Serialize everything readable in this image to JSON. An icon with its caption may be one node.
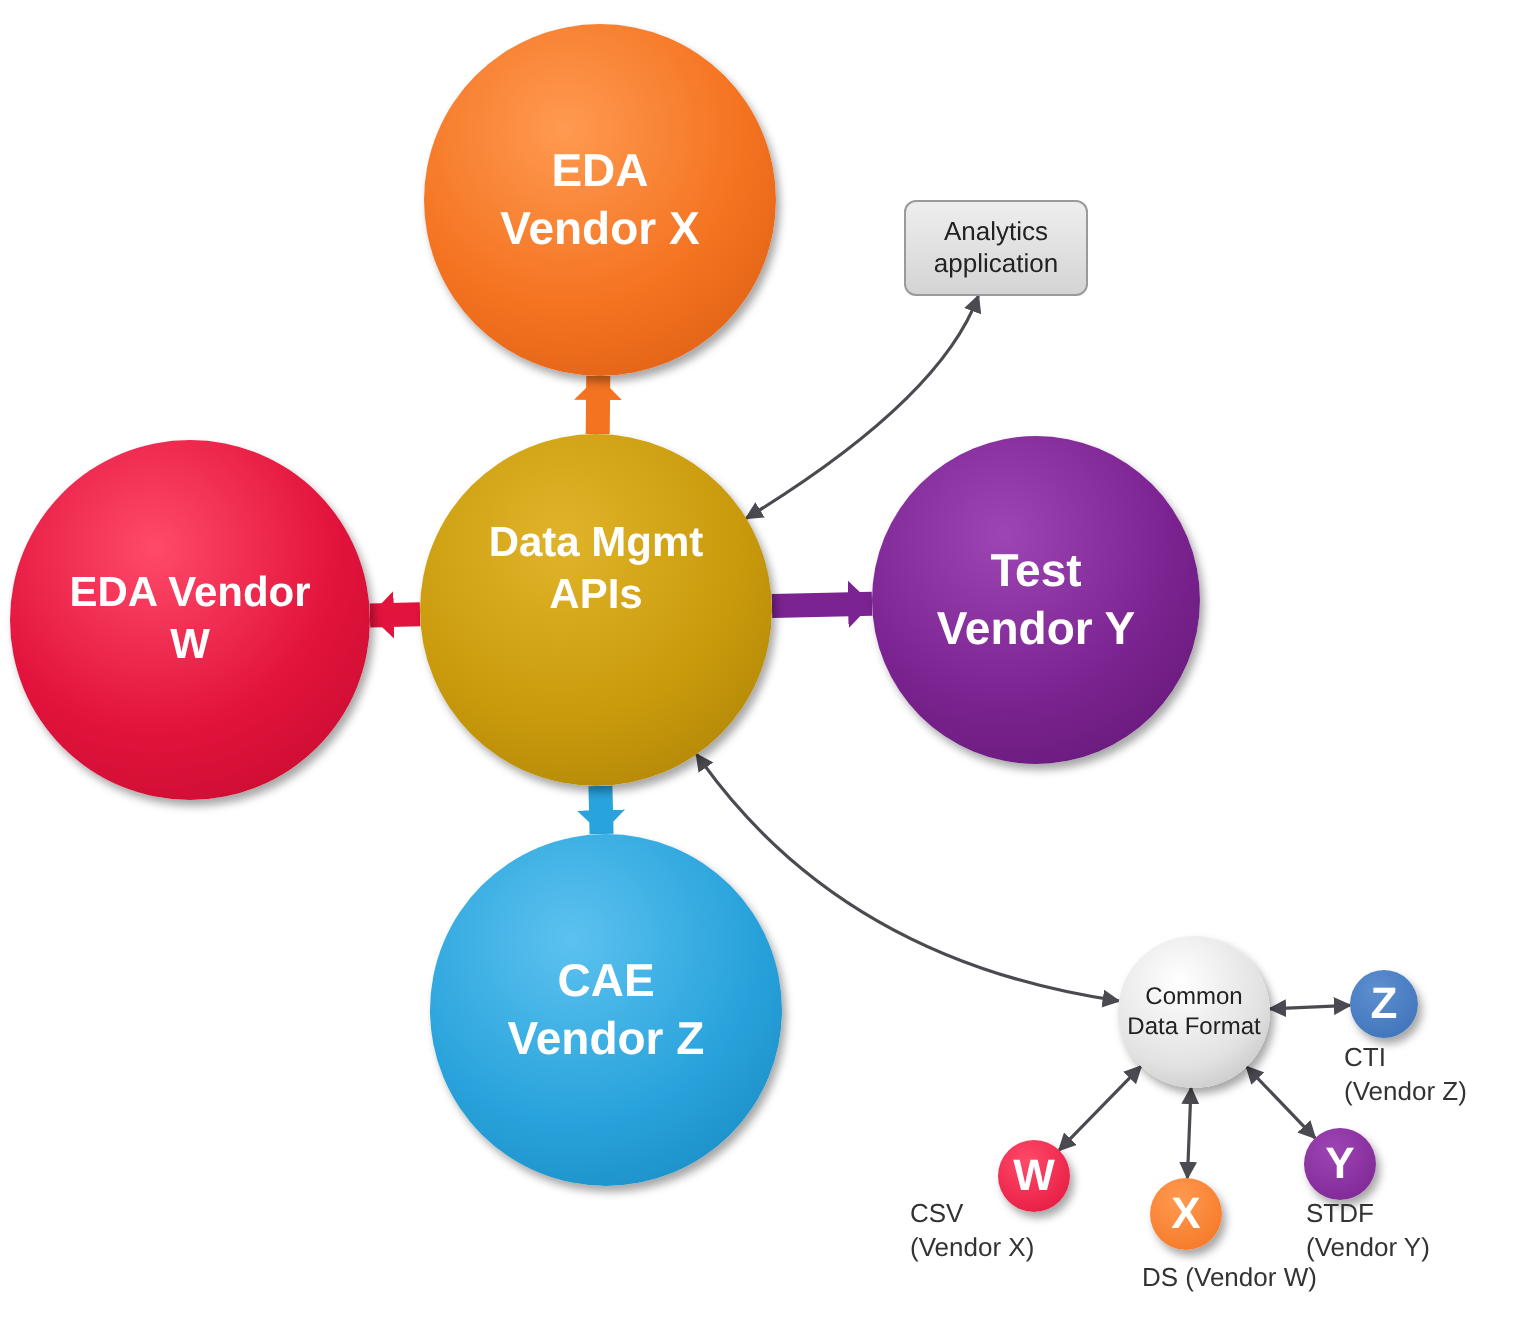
{
  "diagram": {
    "nodes": [
      {
        "text": [
          "EDA Vendor X"
        ]
      },
      {
        "text": [
          "Analytics application"
        ]
      },
      {
        "text": [
          "EDA Vendor W"
        ]
      },
      {
        "text": [
          "Data Mgmt APIs"
        ]
      },
      {
        "text": [
          "Test Vendor Y"
        ]
      },
      {
        "text": [
          "CAE Vendor Z"
        ]
      },
      {
        "text": [
          "Common Data Format"
        ]
      },
      {
        "text": [
          "Z"
        ],
        "beside": [
          "CTI (Vendor Z)"
        ]
      },
      {
        "text": [
          "W"
        ],
        "beside": [
          "CSV (Vendor X)"
        ]
      },
      {
        "text": [
          "X"
        ],
        "beside": [
          "DS (Vendor W)"
        ]
      },
      {
        "text": [
          "Y"
        ],
        "beside": [
          "STDF (Vendor Y)"
        ]
      }
    ],
    "edges": [
      {
        "from": 3,
        "to": 0,
        "arrow": "to",
        "style": "thick",
        "color": "#f47321"
      },
      {
        "from": 3,
        "to": 2,
        "arrow": "to",
        "style": "thick",
        "color": "#e2133c"
      },
      {
        "from": 3,
        "to": 4,
        "arrow": "to",
        "style": "thick",
        "color": "#7b2390"
      },
      {
        "from": 3,
        "to": 5,
        "arrow": "to",
        "style": "thick",
        "color": "#29a3dc"
      },
      {
        "from": 3,
        "to": 1,
        "arrow": "both"
      },
      {
        "from": 3,
        "to": 6,
        "arrow": "both"
      },
      {
        "from": 6,
        "to": 7,
        "arrow": "both"
      },
      {
        "from": 6,
        "to": 8,
        "arrow": "both"
      },
      {
        "from": 6,
        "to": 9,
        "arrow": "both"
      },
      {
        "from": 6,
        "to": 10,
        "arrow": "both"
      }
    ]
  }
}
